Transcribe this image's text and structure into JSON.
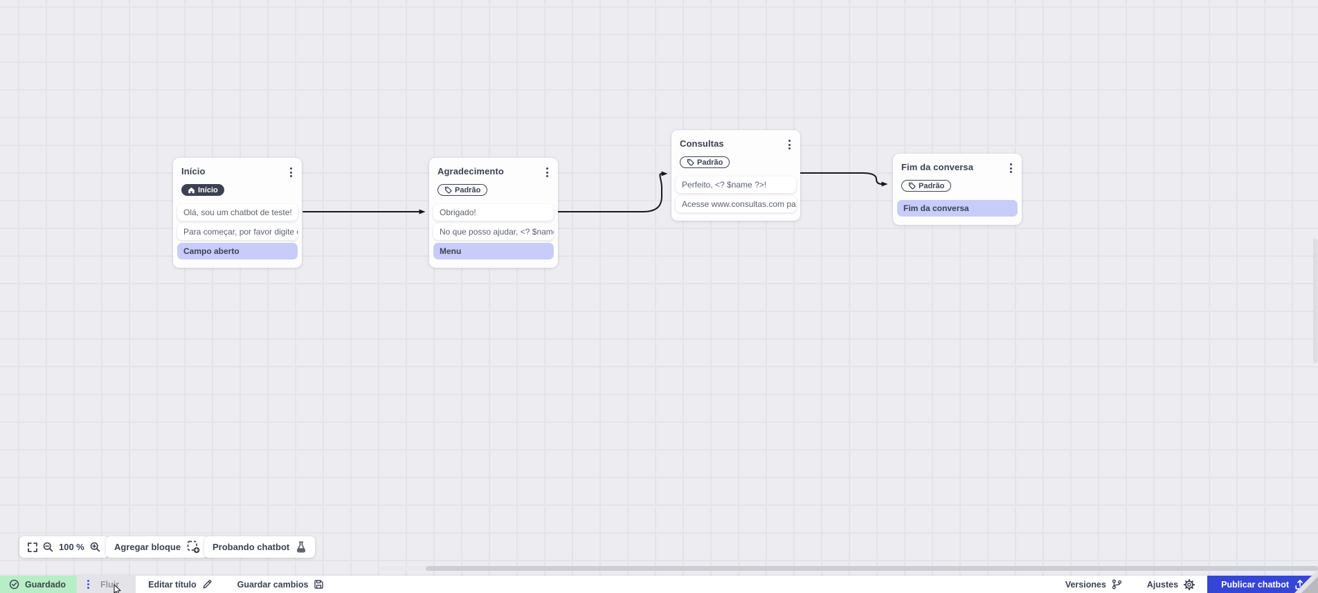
{
  "canvas": {
    "zoom_level": "100 %",
    "add_block_label": "Agregar bloque",
    "test_chatbot_label": "Probando chatbot"
  },
  "nodes": [
    {
      "title": "Início",
      "badge": "Início",
      "messages": [
        "Olá, sou um chatbot de teste!",
        "Para começar, por favor digite o ..."
      ],
      "action": "Campo aberto"
    },
    {
      "title": "Agradecimento",
      "badge": "Padrão",
      "messages": [
        "Obrigado!",
        "No que posso ajudar, <? $name ..."
      ],
      "action": "Menu"
    },
    {
      "title": "Consultas",
      "badge": "Padrão",
      "messages": [
        "Perfeito, <? $name ?>!",
        "Acesse www.consultas.com par..."
      ]
    },
    {
      "title": "Fim da conversa",
      "badge": "Padrão",
      "messages": [],
      "action": "Fim da conversa"
    }
  ],
  "statusbar": {
    "saved_label": "Guardado",
    "flow_tab_label": "Fluir",
    "edit_title_label": "Editar título",
    "save_changes_label": "Guardar cambios",
    "versions_label": "Versiones",
    "settings_label": "Ajustes",
    "publish_label": "Publicar chatbot"
  },
  "colors": {
    "accent_blue": "#3545d6",
    "saved_green_bg": "#b8eec5",
    "action_purple": "#c7cdf8",
    "badge_dark": "#3b4152",
    "canvas_bg": "#edecf0",
    "arrow": "#17171b"
  }
}
